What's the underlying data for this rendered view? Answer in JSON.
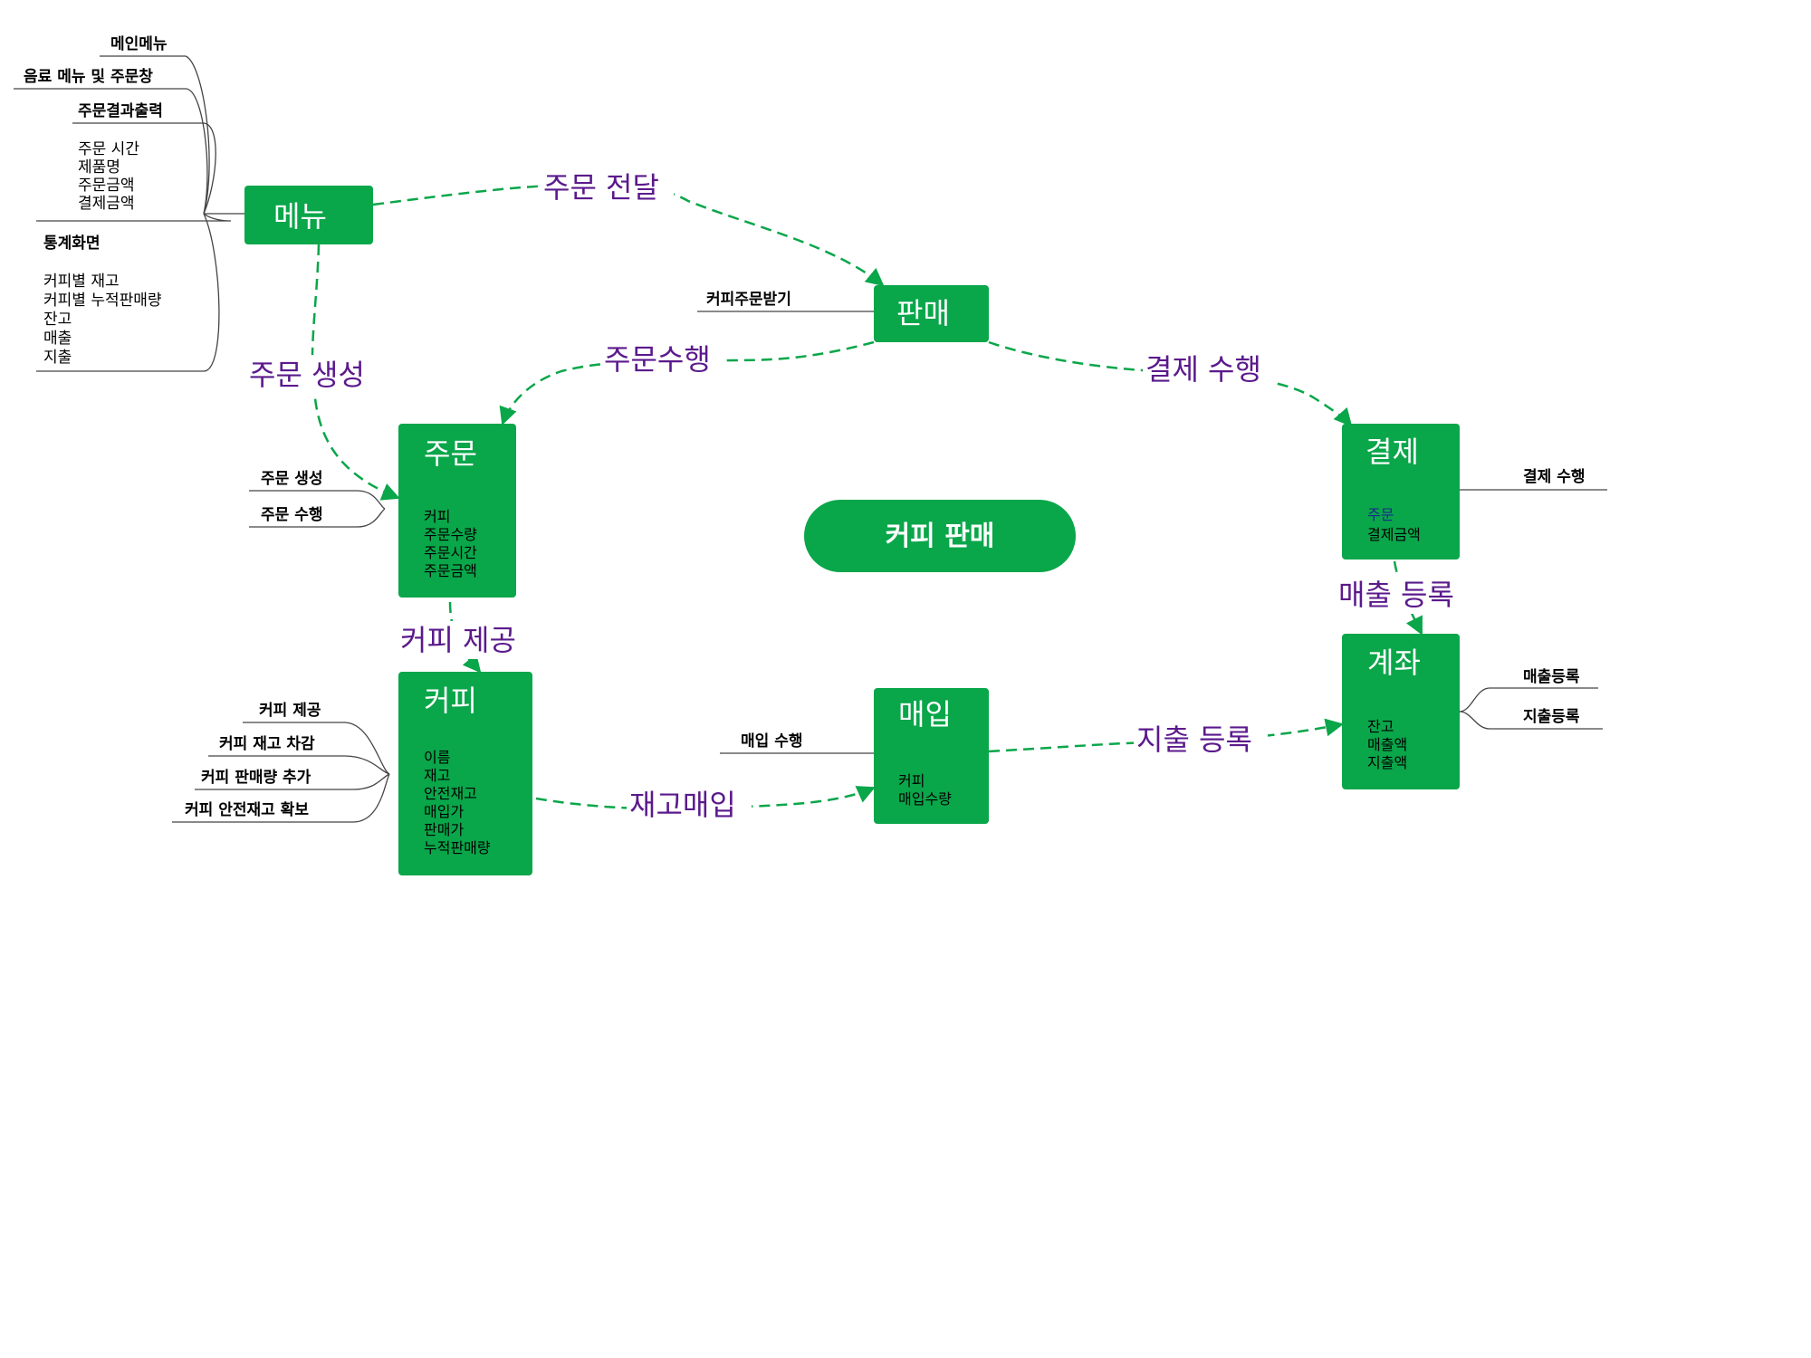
{
  "center": {
    "label": "커피 판매"
  },
  "nodes": {
    "menu": {
      "title": "메뉴",
      "attrs": []
    },
    "sales": {
      "title": "판매",
      "attrs": []
    },
    "order": {
      "title": "주문",
      "attrs": [
        "커피",
        "주문수량",
        "주문시간",
        "주문금액"
      ]
    },
    "payment": {
      "title": "결제",
      "attrs": [
        "주문",
        "결제금액"
      ]
    },
    "coffee": {
      "title": "커피",
      "attrs": [
        "이름",
        "재고",
        "안전재고",
        "매입가",
        "판매가",
        "누적판매량"
      ]
    },
    "purchase": {
      "title": "매입",
      "attrs": [
        "커피",
        "매입수량"
      ]
    },
    "account": {
      "title": "계좌",
      "attrs": [
        "잔고",
        "매출액",
        "지출액"
      ]
    }
  },
  "edges": {
    "order_delivery": "주문 전달",
    "order_create": "주문 생성",
    "order_perform": "주문수행",
    "payment_perform": "결제 수행",
    "coffee_provide": "커피 제공",
    "sales_register": "매출 등록",
    "stock_purchase": "재고매입",
    "expense_register": "지출 등록"
  },
  "branches": {
    "menu": [
      {
        "label": "메인메뉴",
        "items": []
      },
      {
        "label": "음료 메뉴 및 주문창",
        "items": []
      },
      {
        "label": "주문결과출력",
        "items": [
          "주문 시간",
          "제품명",
          "주문금액",
          "결제금액"
        ]
      },
      {
        "label": "통계화면",
        "items": [
          "커피별 재고",
          "커피별 누적판매량",
          "잔고",
          "매출",
          "지출"
        ]
      }
    ],
    "sales": [
      "커피주문받기"
    ],
    "order": [
      "주문 생성",
      "주문 수행"
    ],
    "payment": [
      "결제 수행"
    ],
    "coffee": [
      "커피 제공",
      "커피 재고 차감",
      "커피 판매량 추가",
      "커피 안전재고 확보"
    ],
    "purchase": [
      "매입 수행"
    ],
    "account": [
      "매출등록",
      "지출등록"
    ]
  }
}
